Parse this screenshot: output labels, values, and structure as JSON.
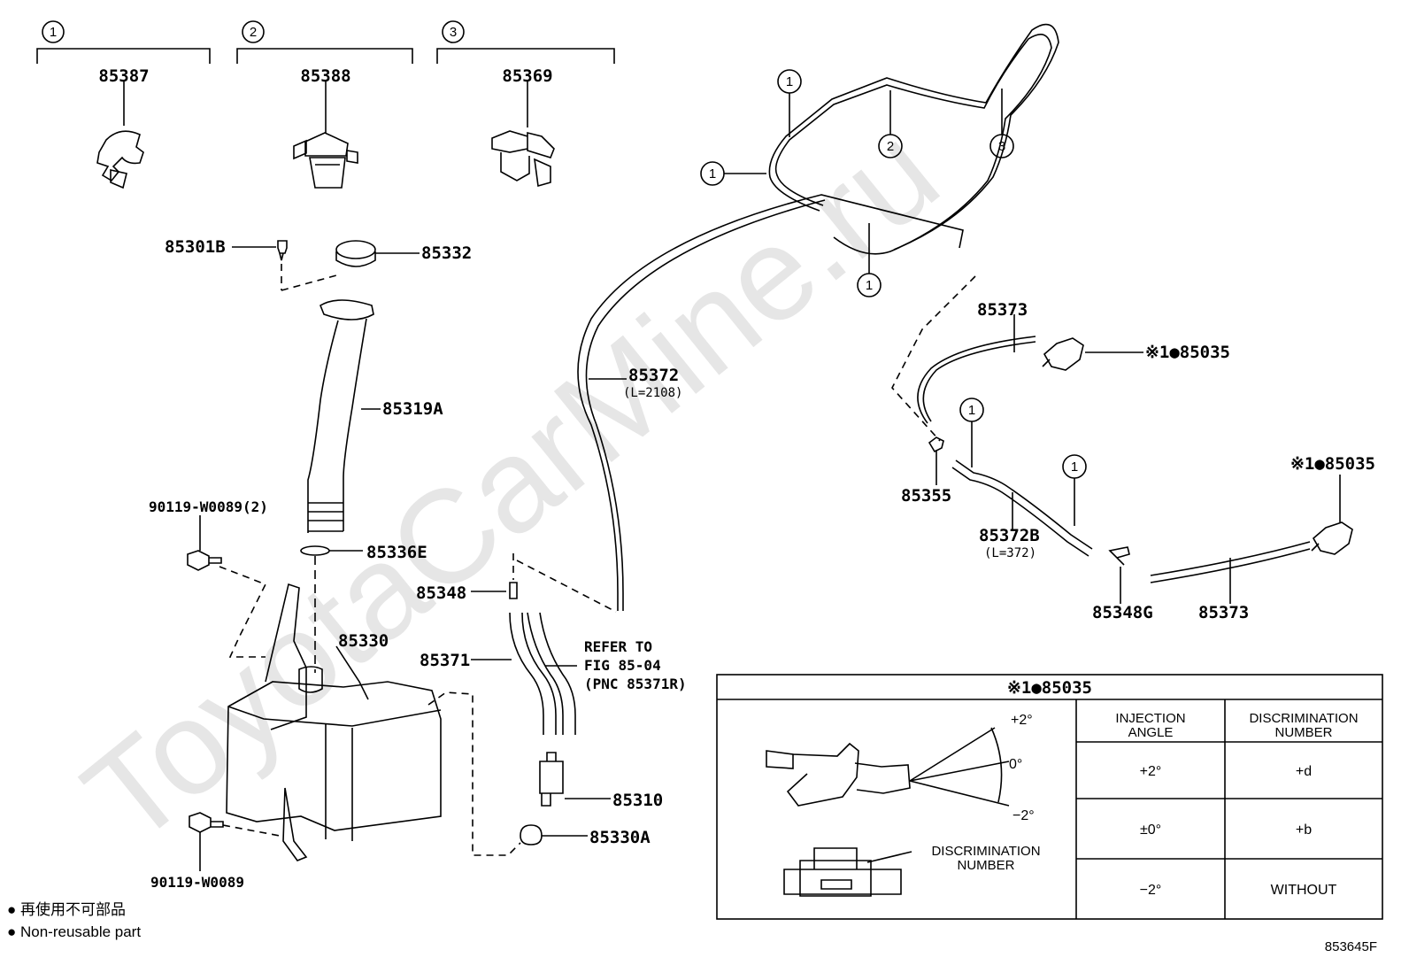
{
  "watermark": "ToyotaCarMine.ru",
  "clip_groups": [
    {
      "circle": "1",
      "part": "85387"
    },
    {
      "circle": "2",
      "part": "85388"
    },
    {
      "circle": "3",
      "part": "85369"
    }
  ],
  "parts": {
    "p85301B": "85301B",
    "p85332": "85332",
    "p85319A": "85319A",
    "p90119_2": "90119-W0089(2)",
    "p85336E": "85336E",
    "p85330": "85330",
    "p90119": "90119-W0089",
    "p85348": "85348",
    "p85371": "85371",
    "p85310": "85310",
    "p85330A": "85330A",
    "p85372": "85372",
    "p85372_len": "(L=2108)",
    "p85373a": "85373",
    "p85035a": "※1●85035",
    "p85035b": "※1●85035",
    "p85355": "85355",
    "p85372B": "85372B",
    "p85372B_len": "(L=372)",
    "p85348G": "85348G",
    "p85373b": "85373"
  },
  "refer": {
    "line1": "REFER TO",
    "line2": "FIG 85-04",
    "line3": "(PNC 85371R)"
  },
  "clip_markers": [
    "1",
    "1",
    "2",
    "3",
    "1",
    "1",
    "1"
  ],
  "table": {
    "title": "※1●85035",
    "angles": {
      "top": "+2°",
      "mid": "0°",
      "bottom": "−2°"
    },
    "callout": [
      "DISCRIMINATION",
      "NUMBER"
    ],
    "col1_header": [
      "INJECTION",
      "ANGLE"
    ],
    "col2_header": [
      "DISCRIMINATION",
      "NUMBER"
    ],
    "rows": [
      {
        "angle": "+2°",
        "number": "+d"
      },
      {
        "angle": "±0°",
        "number": "+b"
      },
      {
        "angle": "−2°",
        "number": "WITHOUT"
      }
    ]
  },
  "legend": {
    "line1": "● 再使用不可部品",
    "line2": "● Non-reusable part"
  },
  "figure_code": "853645F"
}
